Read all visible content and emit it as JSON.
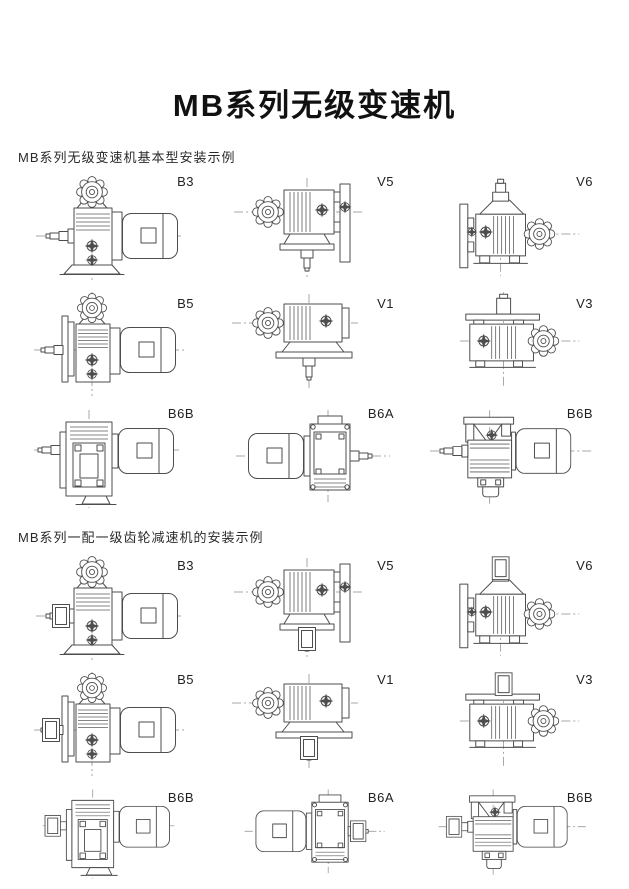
{
  "page": {
    "title": "MB系列无级变速机"
  },
  "sections": [
    {
      "heading": "MB系列无级变速机基本型安装示例",
      "cells": [
        {
          "label": "B3"
        },
        {
          "label": "V5"
        },
        {
          "label": "V6"
        },
        {
          "label": "B5"
        },
        {
          "label": "V1"
        },
        {
          "label": "V3"
        },
        {
          "label": "B6B"
        },
        {
          "label": "B6A"
        },
        {
          "label": "B6B"
        }
      ]
    },
    {
      "heading": "MB系列一配一级齿轮减速机的安装示例",
      "cells": [
        {
          "label": "B3"
        },
        {
          "label": "V5"
        },
        {
          "label": "V6"
        },
        {
          "label": "B5"
        },
        {
          "label": "V1"
        },
        {
          "label": "V3"
        },
        {
          "label": "B6B"
        },
        {
          "label": "B6A"
        },
        {
          "label": "B6B"
        }
      ]
    }
  ]
}
